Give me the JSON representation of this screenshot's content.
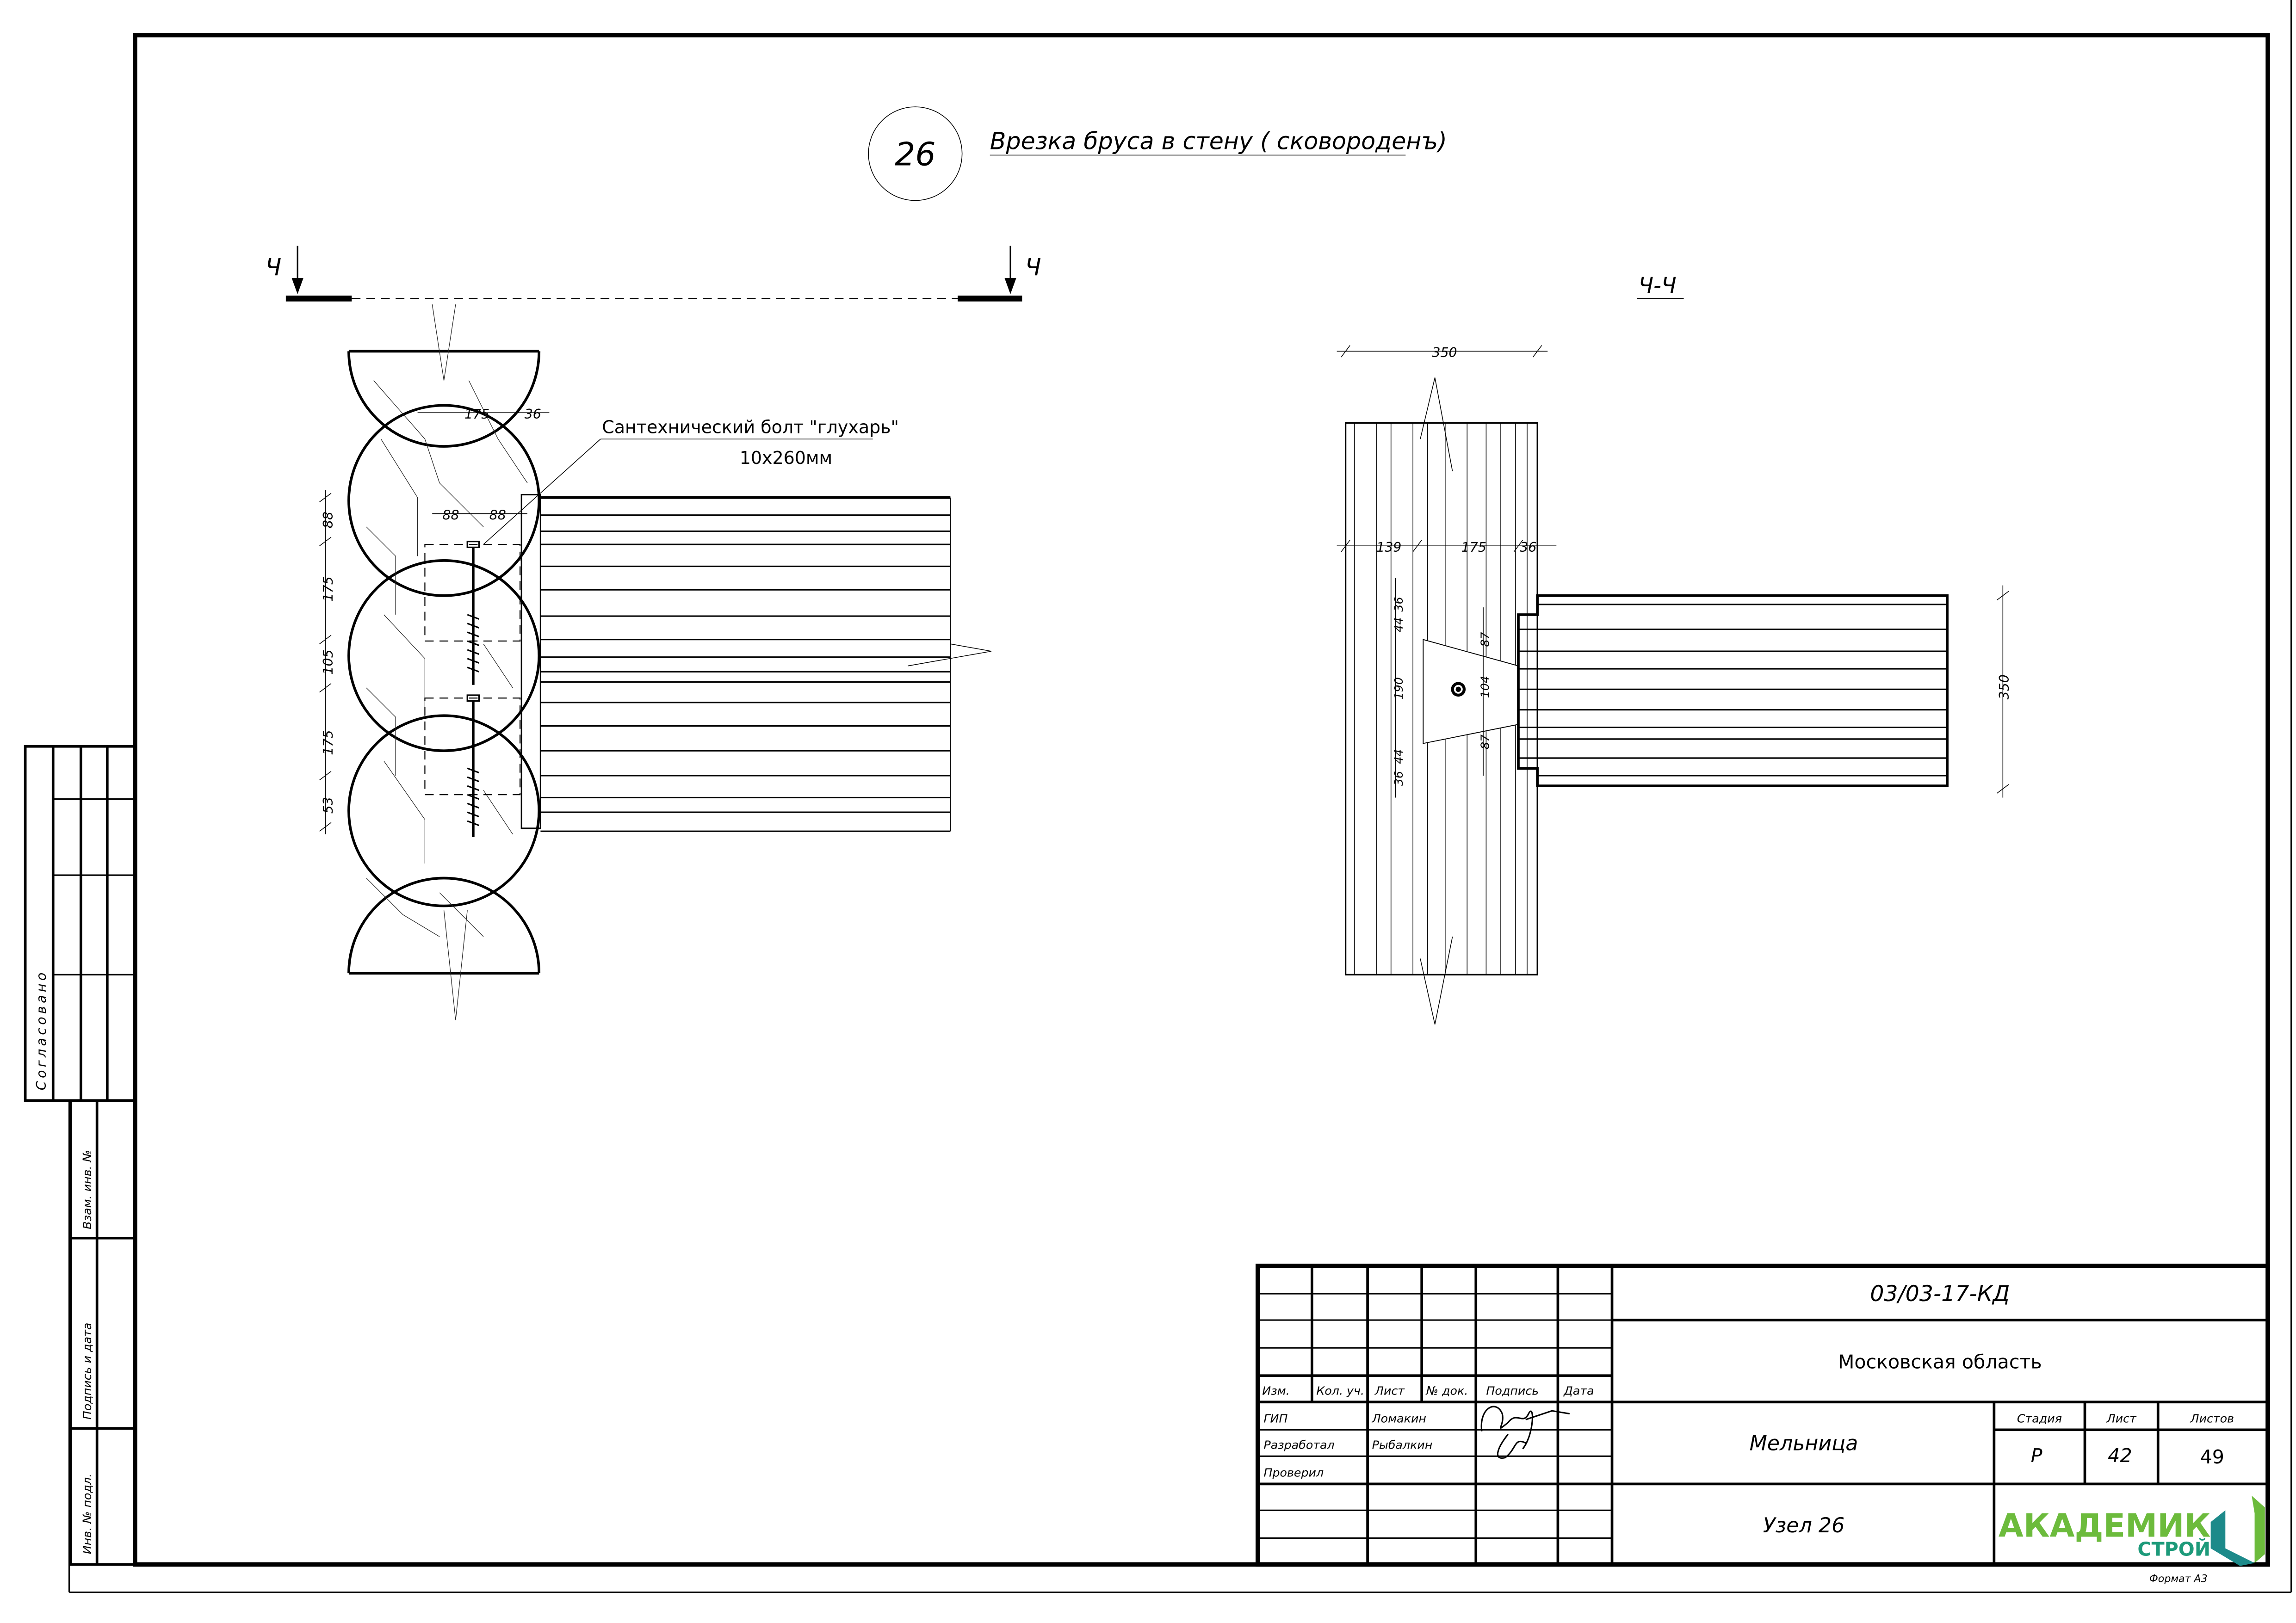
{
  "header": {
    "node_number": "26",
    "node_title": "Врезка бруса в стену ( сковороденъ)"
  },
  "section": {
    "mark_left": "Ч",
    "mark_right": "Ч",
    "section_title": "Ч-Ч"
  },
  "left_view": {
    "callout_line1": "Сантехнический болт \"глухарь\"",
    "callout_line2": "10х260мм",
    "dims_top": [
      "175",
      "36"
    ],
    "dims_inner": [
      "88",
      "88"
    ],
    "dims_vertical": [
      "88",
      "175",
      "105",
      "175",
      "53"
    ]
  },
  "right_view": {
    "dim_width": "350",
    "dims_horizontal": [
      "139",
      "175",
      "36"
    ],
    "dims_left_vertical": [
      "36",
      "44",
      "190",
      "44",
      "36"
    ],
    "dims_center_vertical": [
      "87",
      "104",
      "87"
    ],
    "dim_beam_height": "350"
  },
  "side_stamp": {
    "agreed": "Согласовано",
    "inv_replace": "Взам. инв. №",
    "sign_date": "Подпись и дата",
    "inv_original": "Инв. № подл."
  },
  "title_block": {
    "doc_code": "03/03-17-КД",
    "region": "Московская область",
    "columns": [
      "Изм.",
      "Кол. уч.",
      "Лист",
      "№ док.",
      "Подпись",
      "Дата"
    ],
    "roles": [
      {
        "role": "ГИП",
        "name": "Ломакин"
      },
      {
        "role": "Разработал",
        "name": "Рыбалкин"
      },
      {
        "role": "Проверил",
        "name": ""
      }
    ],
    "object": "Мельница",
    "sheet_title": "Узел 26",
    "stage_label": "Стадия",
    "sheet_label": "Лист",
    "sheets_label": "Листов",
    "stage": "Р",
    "sheet": "42",
    "sheets": "49",
    "logo_line1": "АКАДЕМИК",
    "logo_line2": "СТРОЙ",
    "format": "Формат А3"
  },
  "colors": {
    "logo_green": "#6cbb3c",
    "logo_teal": "#1d8a8a"
  }
}
